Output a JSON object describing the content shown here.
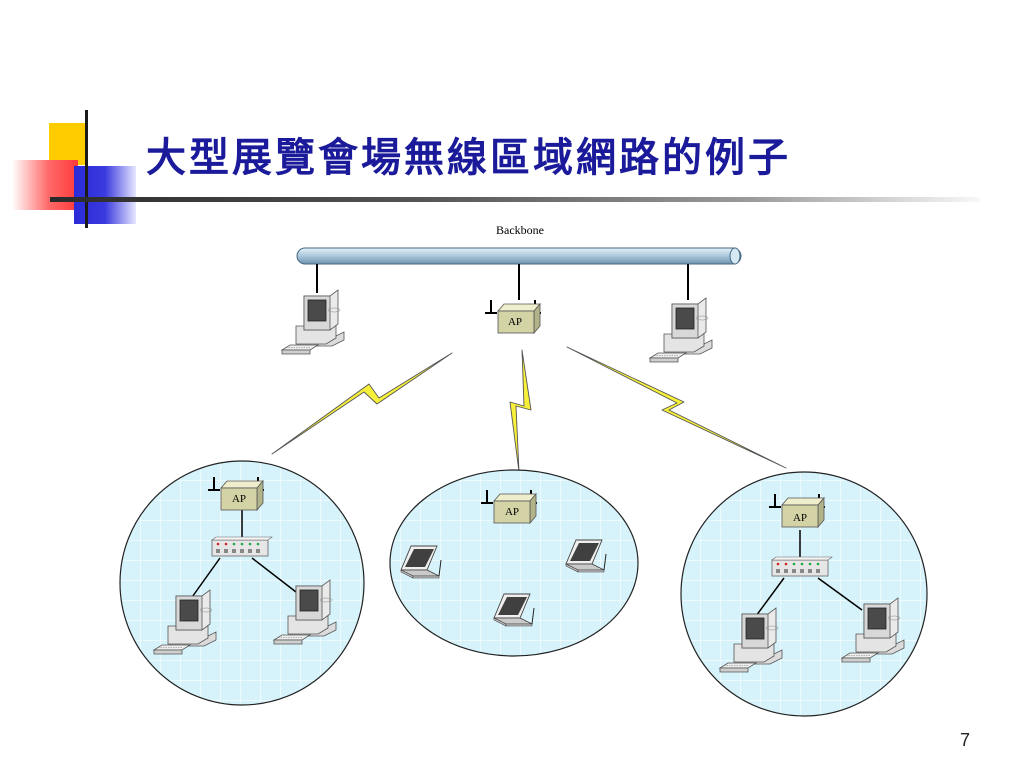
{
  "slide": {
    "title": "大型展覽會場無線區域網路的例子",
    "page_number": "7"
  },
  "diagram": {
    "backbone_label": "Backbone",
    "ap_label": "AP",
    "colors": {
      "backbone_fill": "#b7d3e6",
      "cell_fill": "#d6f2fa",
      "lightning": "#f6f03a",
      "ap_box": "#d3d3a6",
      "title_text": "#1a1a9a"
    },
    "icons": [
      "desktop-computer-icon",
      "access-point-icon",
      "hub-icon",
      "laptop-icon",
      "lightning-bolt-icon"
    ]
  }
}
